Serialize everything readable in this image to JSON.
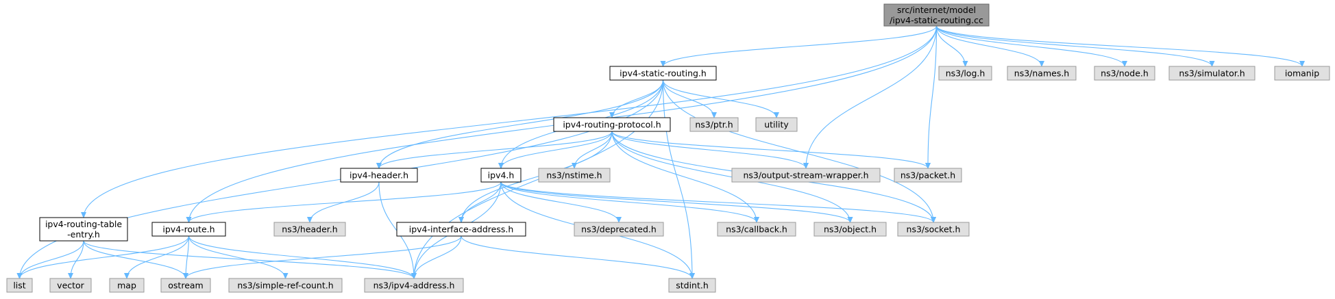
{
  "colors": {
    "root_fill": "#999999",
    "root_stroke": "#666666",
    "doc_fill": "#ffffff",
    "doc_stroke": "#000000",
    "sys_fill": "#e0e0e0",
    "sys_stroke": "#999999",
    "edge": "#63b8ff"
  },
  "nodes": {
    "root": {
      "lines": [
        "src/internet/model",
        "/ipv4-static-routing.cc"
      ],
      "kind": "root"
    },
    "static_h": {
      "lines": [
        "ipv4-static-routing.h"
      ],
      "kind": "doc"
    },
    "log": {
      "lines": [
        "ns3/log.h"
      ],
      "kind": "sys"
    },
    "names": {
      "lines": [
        "ns3/names.h"
      ],
      "kind": "sys"
    },
    "node": {
      "lines": [
        "ns3/node.h"
      ],
      "kind": "sys"
    },
    "simulator": {
      "lines": [
        "ns3/simulator.h"
      ],
      "kind": "sys"
    },
    "iomanip": {
      "lines": [
        "iomanip"
      ],
      "kind": "sys"
    },
    "routing_protocol": {
      "lines": [
        "ipv4-routing-protocol.h"
      ],
      "kind": "doc"
    },
    "ptr": {
      "lines": [
        "ns3/ptr.h"
      ],
      "kind": "sys"
    },
    "utility": {
      "lines": [
        "utility"
      ],
      "kind": "sys"
    },
    "header": {
      "lines": [
        "ipv4-header.h"
      ],
      "kind": "doc"
    },
    "ipv4": {
      "lines": [
        "ipv4.h"
      ],
      "kind": "doc"
    },
    "nstime": {
      "lines": [
        "ns3/nstime.h"
      ],
      "kind": "sys"
    },
    "osw": {
      "lines": [
        "ns3/output-stream-wrapper.h"
      ],
      "kind": "sys"
    },
    "packet": {
      "lines": [
        "ns3/packet.h"
      ],
      "kind": "sys"
    },
    "rte": {
      "lines": [
        "ipv4-routing-table",
        "-entry.h"
      ],
      "kind": "doc"
    },
    "route": {
      "lines": [
        "ipv4-route.h"
      ],
      "kind": "doc"
    },
    "ns3header": {
      "lines": [
        "ns3/header.h"
      ],
      "kind": "sys"
    },
    "iface": {
      "lines": [
        "ipv4-interface-address.h"
      ],
      "kind": "doc"
    },
    "deprecated": {
      "lines": [
        "ns3/deprecated.h"
      ],
      "kind": "sys"
    },
    "callback": {
      "lines": [
        "ns3/callback.h"
      ],
      "kind": "sys"
    },
    "object": {
      "lines": [
        "ns3/object.h"
      ],
      "kind": "sys"
    },
    "socket": {
      "lines": [
        "ns3/socket.h"
      ],
      "kind": "sys"
    },
    "list": {
      "lines": [
        "list"
      ],
      "kind": "sys"
    },
    "vector": {
      "lines": [
        "vector"
      ],
      "kind": "sys"
    },
    "map": {
      "lines": [
        "map"
      ],
      "kind": "sys"
    },
    "ostream": {
      "lines": [
        "ostream"
      ],
      "kind": "sys"
    },
    "simple_ref": {
      "lines": [
        "ns3/simple-ref-count.h"
      ],
      "kind": "sys"
    },
    "address": {
      "lines": [
        "ns3/ipv4-address.h"
      ],
      "kind": "sys"
    },
    "stdint": {
      "lines": [
        "stdint.h"
      ],
      "kind": "sys"
    }
  },
  "edges": [
    [
      "root",
      "static_h"
    ],
    [
      "root",
      "log"
    ],
    [
      "root",
      "names"
    ],
    [
      "root",
      "node"
    ],
    [
      "root",
      "simulator"
    ],
    [
      "root",
      "iomanip"
    ],
    [
      "root",
      "rte"
    ],
    [
      "root",
      "route"
    ],
    [
      "root",
      "osw"
    ],
    [
      "root",
      "packet"
    ],
    [
      "static_h",
      "routing_protocol"
    ],
    [
      "static_h",
      "ptr"
    ],
    [
      "static_h",
      "utility"
    ],
    [
      "static_h",
      "header"
    ],
    [
      "static_h",
      "ipv4"
    ],
    [
      "static_h",
      "list"
    ],
    [
      "static_h",
      "address"
    ],
    [
      "static_h",
      "socket"
    ],
    [
      "static_h",
      "stdint"
    ],
    [
      "routing_protocol",
      "header"
    ],
    [
      "routing_protocol",
      "ipv4"
    ],
    [
      "routing_protocol",
      "nstime"
    ],
    [
      "routing_protocol",
      "osw"
    ],
    [
      "routing_protocol",
      "packet"
    ],
    [
      "routing_protocol",
      "iface"
    ],
    [
      "routing_protocol",
      "callback"
    ],
    [
      "routing_protocol",
      "object"
    ],
    [
      "routing_protocol",
      "socket"
    ],
    [
      "header",
      "ns3header"
    ],
    [
      "header",
      "address"
    ],
    [
      "ipv4",
      "route"
    ],
    [
      "ipv4",
      "iface"
    ],
    [
      "ipv4",
      "deprecated"
    ],
    [
      "ipv4",
      "callback"
    ],
    [
      "ipv4",
      "object"
    ],
    [
      "ipv4",
      "socket"
    ],
    [
      "ipv4",
      "address"
    ],
    [
      "ipv4",
      "stdint"
    ],
    [
      "rte",
      "list"
    ],
    [
      "rte",
      "vector"
    ],
    [
      "rte",
      "ostream"
    ],
    [
      "rte",
      "address"
    ],
    [
      "route",
      "list"
    ],
    [
      "route",
      "map"
    ],
    [
      "route",
      "ostream"
    ],
    [
      "route",
      "simple_ref"
    ],
    [
      "route",
      "address"
    ],
    [
      "iface",
      "ostream"
    ],
    [
      "iface",
      "address"
    ],
    [
      "iface",
      "stdint"
    ]
  ]
}
